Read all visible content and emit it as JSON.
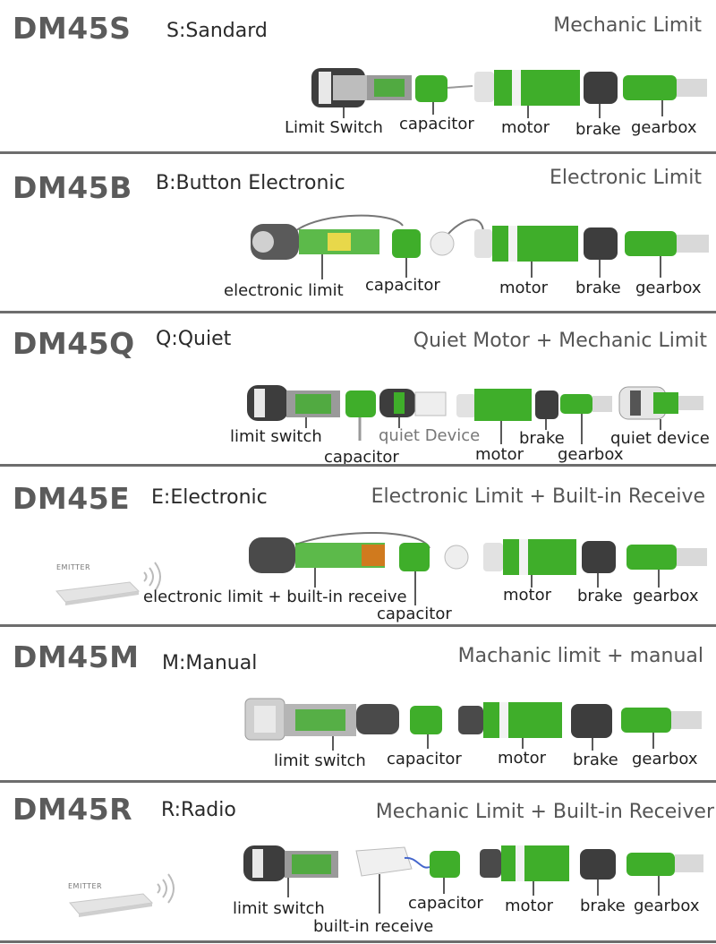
{
  "colors": {
    "green": "#3fae2a",
    "dark": "#3d3d3d",
    "silver": "#d9d9d9",
    "divider": "#6d6d6d"
  },
  "sections": [
    {
      "model": "DM45S",
      "variant": "S:Sandard",
      "feature": "Mechanic Limit",
      "labels": {
        "a": "Limit Switch",
        "b": "capacitor",
        "c": "motor",
        "d": "brake",
        "e": "gearbox"
      }
    },
    {
      "model": "DM45B",
      "variant": "B:Button Electronic",
      "feature": "Electronic Limit",
      "labels": {
        "a": "electronic limit",
        "b": "capacitor",
        "c": "motor",
        "d": "brake",
        "e": "gearbox"
      }
    },
    {
      "model": "DM45Q",
      "variant": "Q:Quiet",
      "feature": "Quiet Motor + Mechanic Limit",
      "labels": {
        "a": "limit switch",
        "b": "capacitor",
        "c": "quiet Device",
        "d": "motor",
        "e": "brake",
        "f": "gearbox",
        "g": "quiet device"
      }
    },
    {
      "model": "DM45E",
      "variant": "E:Electronic",
      "feature": "Electronic Limit + Built-in Receive",
      "emitter": "EMITTER",
      "labels": {
        "a": "electronic limit + built-in receive",
        "b": "capacitor",
        "c": "motor",
        "d": "brake",
        "e": "gearbox"
      }
    },
    {
      "model": "DM45M",
      "variant": "M:Manual",
      "feature": "Machanic limit + manual",
      "labels": {
        "a": "limit switch",
        "b": "capacitor",
        "c": "motor",
        "d": "brake",
        "e": "gearbox"
      }
    },
    {
      "model": "DM45R",
      "variant": "R:Radio",
      "feature": "Mechanic Limit + Built-in Receiver",
      "emitter": "EMITTER",
      "labels": {
        "a": "limit switch",
        "b": "built-in receive",
        "c": "capacitor",
        "d": "motor",
        "e": "brake",
        "f": "gearbox"
      }
    }
  ]
}
